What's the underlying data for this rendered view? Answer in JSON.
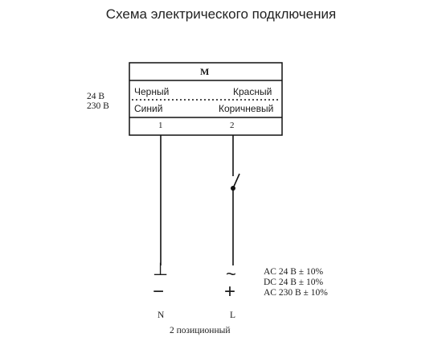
{
  "title": "Схема электрического подключения",
  "motor": {
    "label": "M"
  },
  "voltages": {
    "low": "24 В",
    "high": "230 В"
  },
  "wires": {
    "black": "Черный",
    "red": "Красный",
    "blue": "Синий",
    "brown": "Коричневый"
  },
  "terminals": {
    "t1": "1",
    "t2": "2"
  },
  "symbols": {
    "minus": "−",
    "plus": "+",
    "ground": "⊥",
    "ac": "~"
  },
  "supply": {
    "lines": [
      "AC 24 В  ± 10%",
      "DC 24 В  ± 10%",
      "AC 230 В  ± 10%"
    ]
  },
  "poles": {
    "n": "N",
    "l": "L"
  },
  "mode": "2 позиционный"
}
